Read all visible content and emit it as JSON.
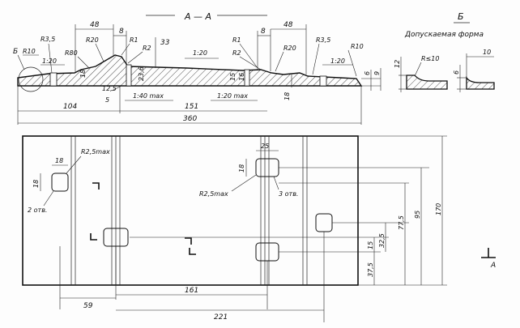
{
  "section_title": "А — А",
  "detail_marker": "Б",
  "detail_title": "Допускаемая форма",
  "section_arrow_label": "А",
  "section_view": {
    "callouts": {
      "r35_left": "R3,5",
      "r10_left": "R10",
      "slope_left": "1:20",
      "r80": "R80",
      "r20_left": "R20",
      "r1_left": "R1",
      "r2_left": "R2",
      "slope_top": "1:20",
      "r1_right": "R1",
      "r2_right": "R2",
      "r20_right": "R20",
      "r35_right": "R3,5",
      "r10_right": "R10",
      "slope_right": "1:20",
      "slope_40": "1:40 max",
      "slope_20_low": "1:20 max"
    },
    "dims": {
      "top_48_left": "48",
      "top_8_left": "8",
      "top_8_right": "8",
      "top_48_right": "48",
      "d33": "33",
      "d23_6": "23,6",
      "d12_5": "12,5",
      "d5": "5",
      "d18_left": "18",
      "d16": "16",
      "d15": "15",
      "d18_right": "18",
      "d6": "6",
      "d9": "9",
      "d104": "104",
      "d151": "151",
      "d360": "360"
    }
  },
  "detail_view": {
    "d12": "12",
    "r_le10": "R≤10",
    "d6": "6",
    "d10": "10"
  },
  "plan_view": {
    "d18_hole_w": "18",
    "d18_hole_h": "18",
    "r25max_top": "R2,5max",
    "note_2holes": "2 отв.",
    "d25": "25",
    "d18_right_hole": "18",
    "r25max_mid": "R2,5max",
    "note_3holes": "3 отв.",
    "d77_5": "77,5",
    "d95": "95",
    "d170": "170",
    "d32_5": "32,5",
    "d15": "15",
    "d37_5": "37,5",
    "d59": "59",
    "d161": "161",
    "d221": "221"
  }
}
